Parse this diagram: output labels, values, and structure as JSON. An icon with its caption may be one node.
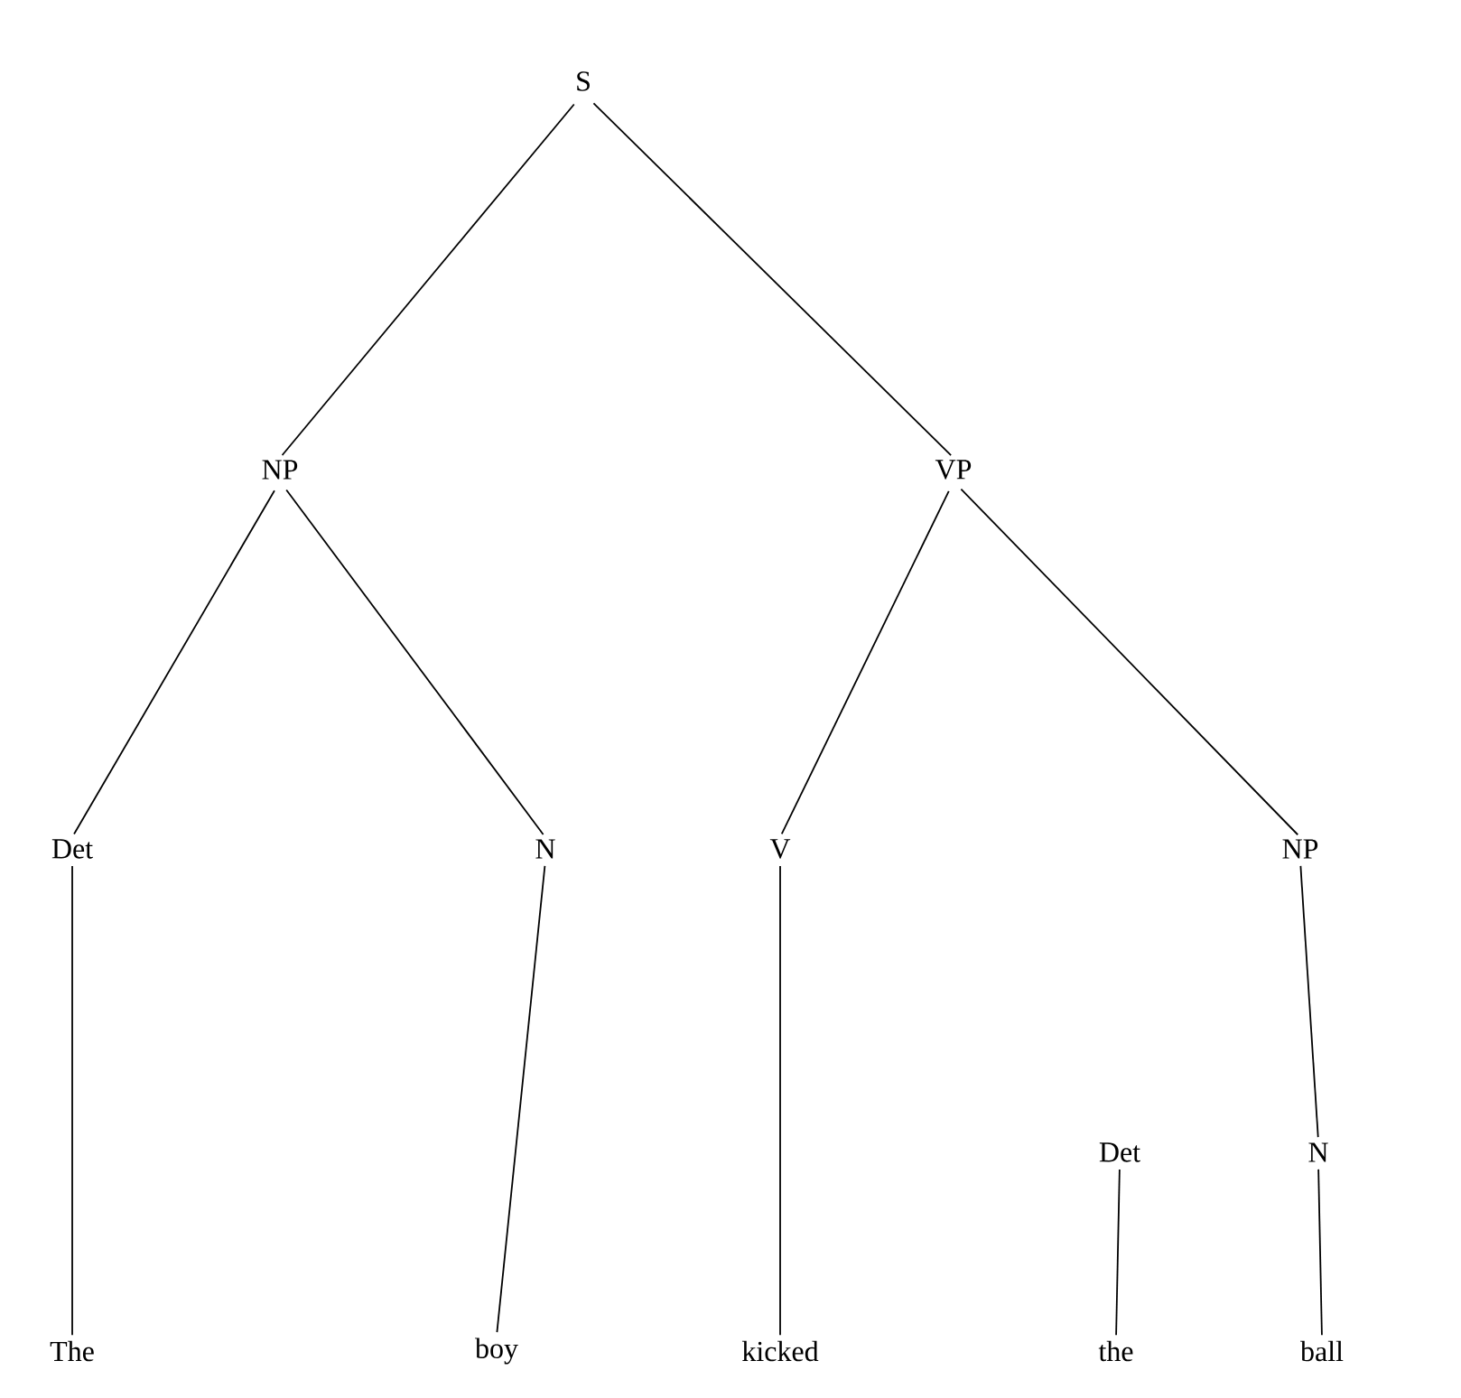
{
  "diagram": {
    "nodes": [
      {
        "text": [
          "S"
        ]
      },
      {
        "text": [
          "NP"
        ]
      },
      {
        "text": [
          "VP"
        ]
      },
      {
        "text": [
          "Det"
        ]
      },
      {
        "text": [
          "N"
        ]
      },
      {
        "text": [
          "V"
        ]
      },
      {
        "text": [
          "NP"
        ]
      },
      {
        "text": [
          "Det"
        ]
      },
      {
        "text": [
          "N"
        ]
      },
      {
        "text": [
          "The"
        ]
      },
      {
        "text": [
          "boy"
        ]
      },
      {
        "text": [
          "kicked"
        ]
      },
      {
        "text": [
          "the"
        ]
      },
      {
        "text": [
          "ball"
        ]
      }
    ],
    "edges": [
      {
        "from": 0,
        "to": 1,
        "arrow": "none"
      },
      {
        "from": 0,
        "to": 2,
        "arrow": "none"
      },
      {
        "from": 1,
        "to": 3,
        "arrow": "none"
      },
      {
        "from": 1,
        "to": 4,
        "arrow": "none"
      },
      {
        "from": 2,
        "to": 5,
        "arrow": "none"
      },
      {
        "from": 2,
        "to": 6,
        "arrow": "none"
      },
      {
        "from": 3,
        "to": 9,
        "arrow": "none"
      },
      {
        "from": 4,
        "to": 10,
        "arrow": "none"
      },
      {
        "from": 5,
        "to": 11,
        "arrow": "none"
      },
      {
        "from": 6,
        "to": 8,
        "arrow": "none"
      },
      {
        "from": 7,
        "to": 12,
        "arrow": "none"
      },
      {
        "from": 8,
        "to": 13,
        "arrow": "none"
      }
    ]
  }
}
